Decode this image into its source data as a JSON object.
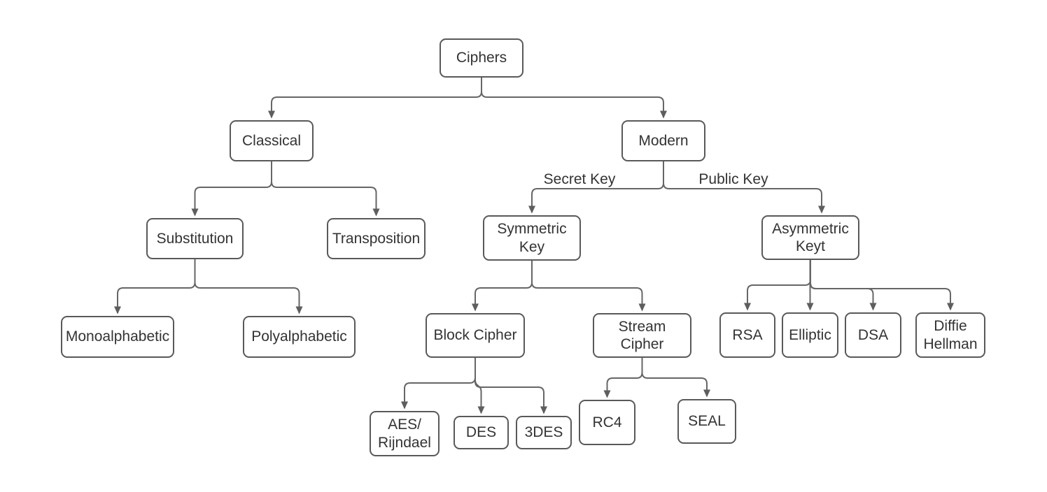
{
  "diagram": {
    "colors": {
      "background": "#ffffff",
      "box_border": "#595959",
      "connector_line": "#666666",
      "arrowhead": "#5e5e5e",
      "text": "#333333"
    },
    "nodes": {
      "ciphers": {
        "label": "Ciphers"
      },
      "classical": {
        "label": "Classical"
      },
      "modern": {
        "label": "Modern"
      },
      "substitution": {
        "label": "Substitution"
      },
      "transposition": {
        "label": "Transposition"
      },
      "symmetric_key": {
        "label": "Symmetric\nKey"
      },
      "asymmetric_key": {
        "label": "Asymmetric\nKeyt"
      },
      "monoalphabetic": {
        "label": "Monoalphabetic"
      },
      "polyalphabetic": {
        "label": "Polyalphabetic"
      },
      "block_cipher": {
        "label": "Block Cipher"
      },
      "stream_cipher": {
        "label": "Stream\nCipher"
      },
      "aes_rijndael": {
        "label": "AES/\nRijndael"
      },
      "des": {
        "label": "DES"
      },
      "tripledes": {
        "label": "3DES"
      },
      "rc4": {
        "label": "RC4"
      },
      "seal": {
        "label": "SEAL"
      },
      "rsa": {
        "label": "RSA"
      },
      "elliptic": {
        "label": "Elliptic"
      },
      "dsa": {
        "label": "DSA"
      },
      "diffie_hellman": {
        "label": "Diffie\nHellman"
      }
    },
    "edge_labels": {
      "secret_key": "Secret Key",
      "public_key": "Public Key"
    }
  }
}
